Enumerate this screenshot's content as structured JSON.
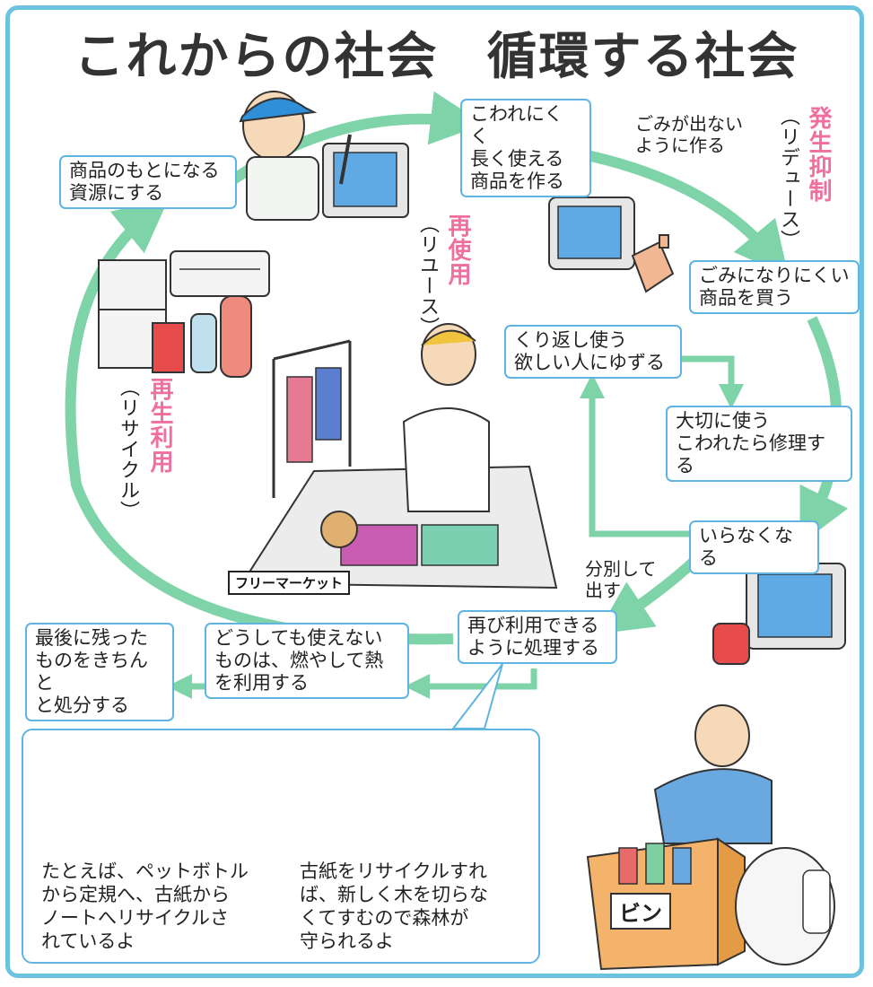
{
  "title": {
    "left": "これからの社会",
    "right": "循環する社会"
  },
  "labels": {
    "hassei": {
      "main": "発生抑制",
      "sub": "（リデュース）"
    },
    "saishiyou": {
      "main": "再使用",
      "sub": "（リユース）"
    },
    "saisei": {
      "main": "再生利用",
      "sub": "（リサイクル）"
    }
  },
  "boxes": {
    "resources": "商品のもとになる\n資源にする",
    "durable": "こわれにくく\n長く使える\n商品を作る",
    "buy": "ごみになりにくい\n商品を買う",
    "reuse": "くり返し使う\n欲しい人にゆずる",
    "repair": "大切に使う\nこわれたら修理する",
    "unneeded": "いらなくなる",
    "process": "再び利用できる\nように処理する",
    "burn": "どうしても使えない\nものは、燃やして熱\nを利用する",
    "last": "最後に残った\nものをきちんと\nと処分する"
  },
  "notes": {
    "nogarbage": "ごみが出ない\nように作る",
    "separate": "分別して\n出す"
  },
  "flea_market": "フリーマーケット",
  "bin_label": "ビン",
  "bottom": {
    "left_text": "たとえば、ペットボトル\nから定規へ、古紙から\nノートへリサイクルさ\nれているよ",
    "right_text": "古紙をリサイクルすれ\nば、新しく木を切らな\nくてすむので森林が\n守られるよ"
  },
  "colors": {
    "arrow": "#7fd3a8",
    "frame": "#6cc3de",
    "accent": "#f06f9e",
    "box_border": "#5fb4e2"
  }
}
